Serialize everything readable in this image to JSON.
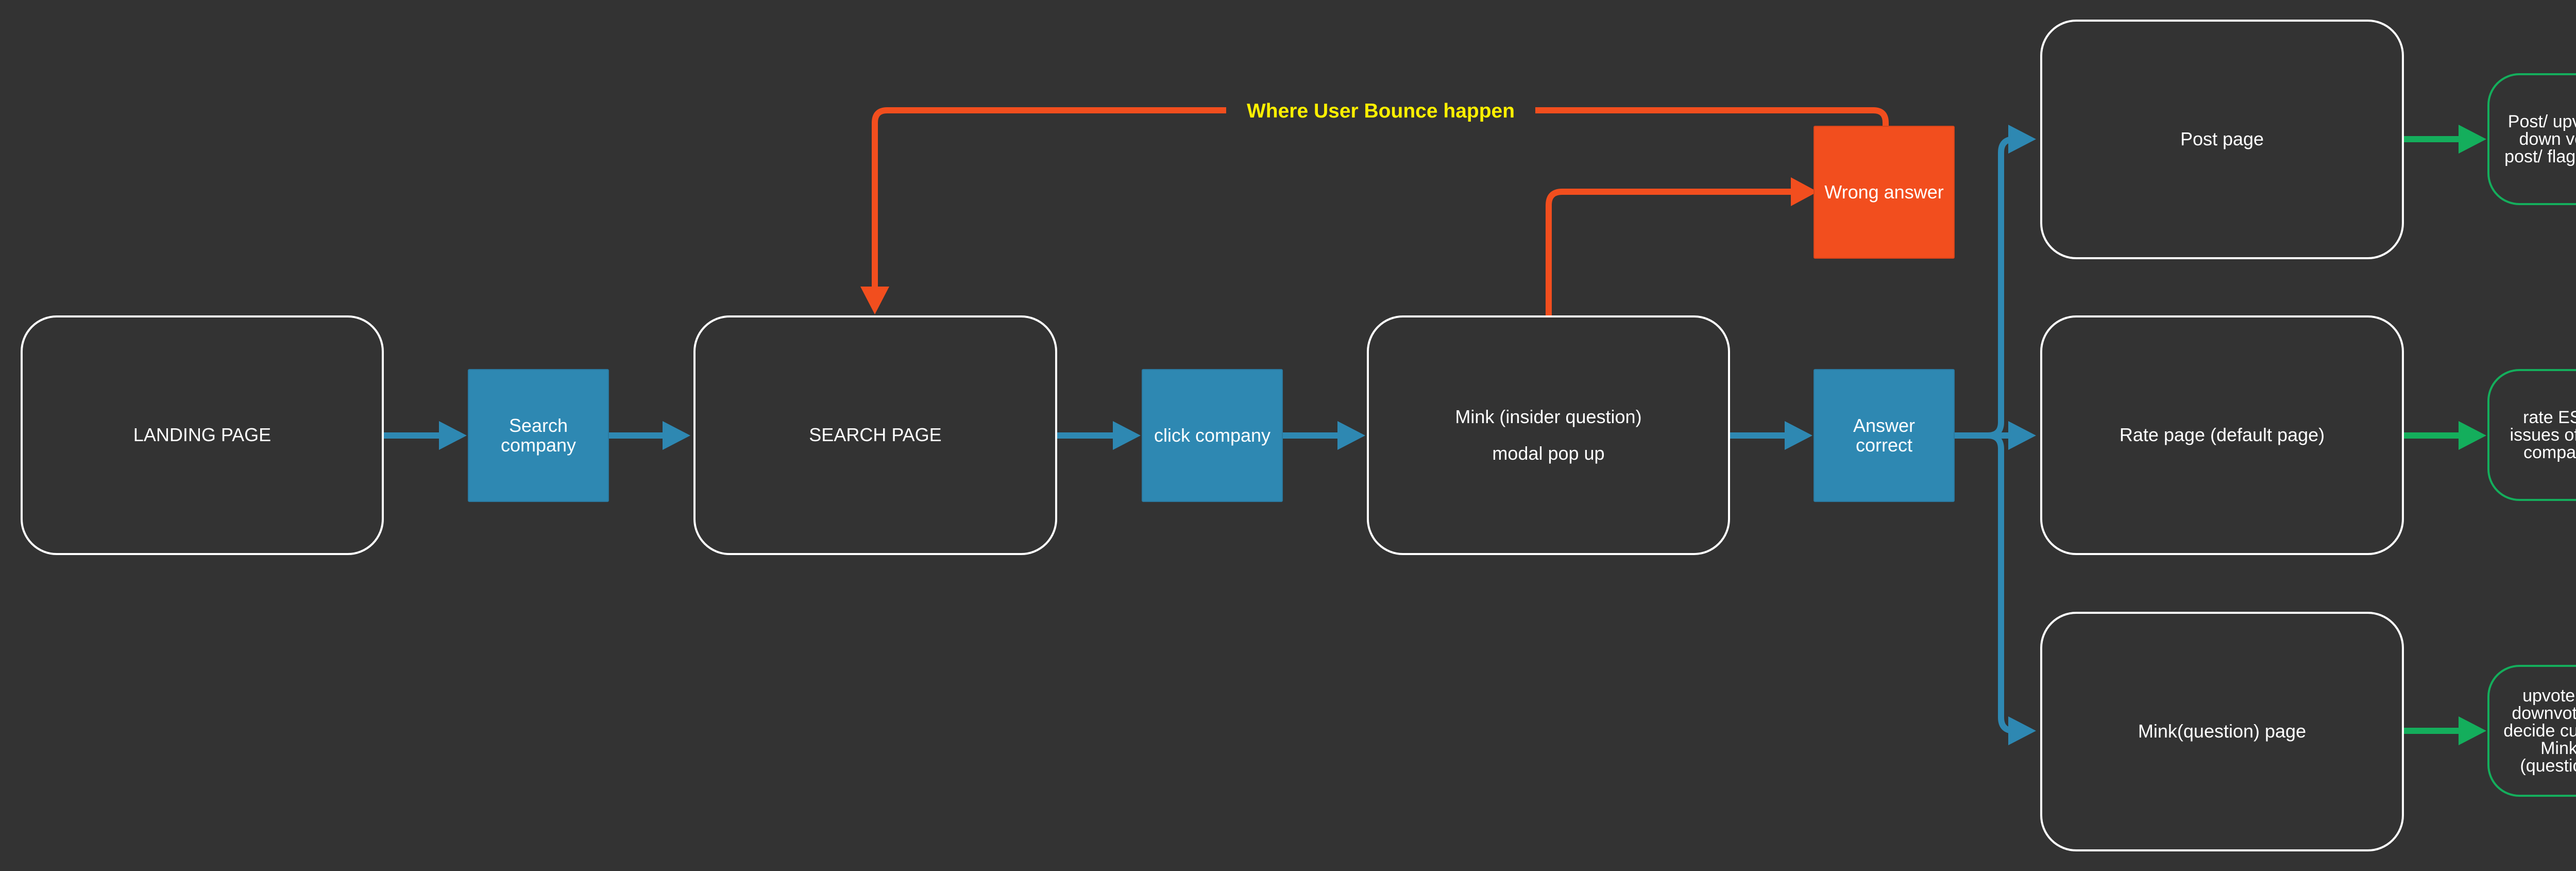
{
  "colors": {
    "background": "#333333",
    "page_border": "#ffffff",
    "step_fill": "#2e88b2",
    "wrong_fill": "#f24e1e",
    "outcome_border": "#14ae5c",
    "flow_arrow": "#2e88b2",
    "bounce_arrow": "#f24e1e",
    "outcome_arrow": "#14ae5c",
    "bounce_label": "#fff000"
  },
  "pages": {
    "landing": "LANDING PAGE",
    "search": "SEARCH PAGE",
    "mink_modal_line1": "Mink (insider question)",
    "mink_modal_line2": "modal pop up",
    "post": "Post page",
    "rate": "Rate page (default page)",
    "mink_page": "Mink(question) page"
  },
  "steps": {
    "search_company": "Search company",
    "click_company": "click company",
    "answer_correct": "Answer correct",
    "wrong_answer": "Wrong answer"
  },
  "outcomes": {
    "post": "Post/ upvote, down vote post/ flag post",
    "rate": "rate ESG issues of the company",
    "mink": "upvote or downvote to decide current Mink (question)"
  },
  "annotations": {
    "bounce": "Where User Bounce happen"
  }
}
